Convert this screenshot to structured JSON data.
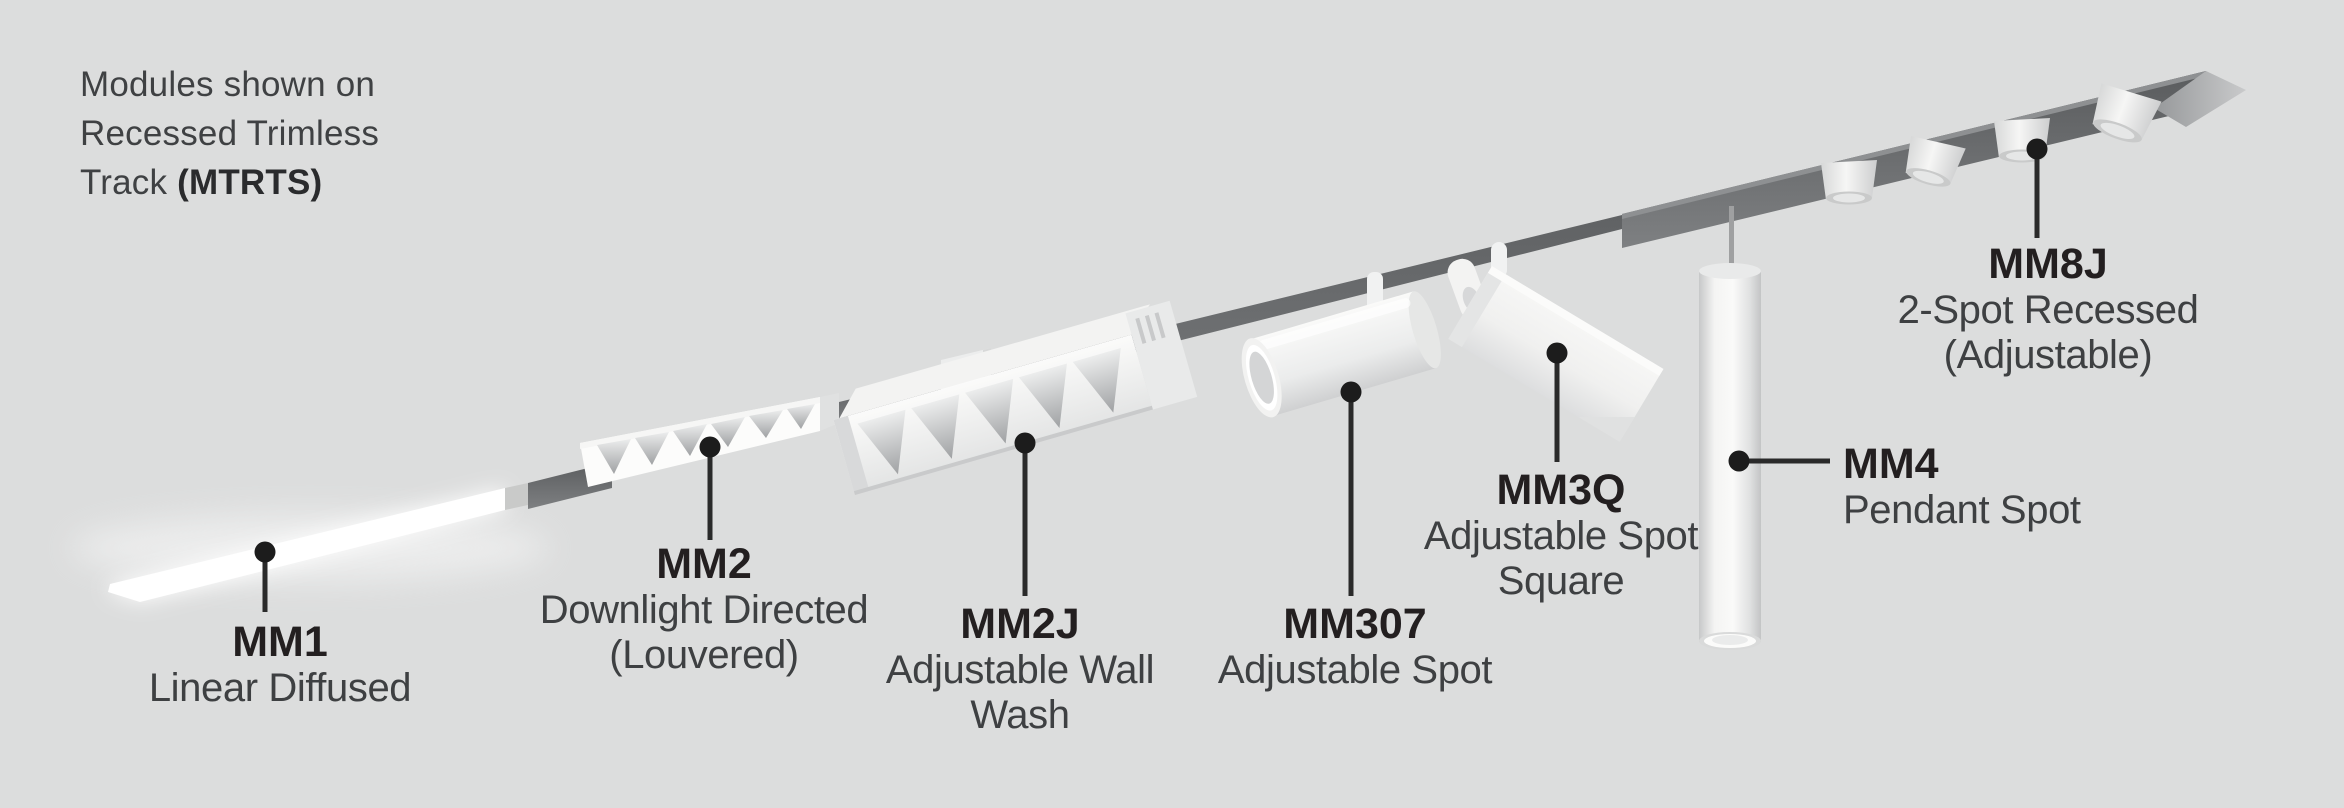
{
  "title": {
    "line1": "Modules shown on",
    "line2": "Recessed Trimless",
    "line3_prefix": "Track ",
    "line3_code": "(MTRTS)"
  },
  "track": {
    "name": "Recessed Trimless Track",
    "code": "MTRTS"
  },
  "modules": [
    {
      "id": "MM1",
      "desc_lines": [
        "Linear Diffused"
      ]
    },
    {
      "id": "MM2",
      "desc_lines": [
        "Downlight Directed",
        "(Louvered)"
      ]
    },
    {
      "id": "MM2J",
      "desc_lines": [
        "Adjustable Wall",
        "Wash"
      ]
    },
    {
      "id": "MM307",
      "desc_lines": [
        "Adjustable Spot"
      ]
    },
    {
      "id": "MM3Q",
      "desc_lines": [
        "Adjustable Spot",
        "Square"
      ]
    },
    {
      "id": "MM4",
      "desc_lines": [
        "Pendant Spot"
      ]
    },
    {
      "id": "MM8J",
      "desc_lines": [
        "2-Spot Recessed",
        "(Adjustable)"
      ]
    }
  ],
  "colors": {
    "background": "#dcdddd",
    "track_dark": "#6b6d6f",
    "label_bold": "#231f20",
    "label_text": "#3e4042",
    "leader_line": "#2a2a2a"
  }
}
